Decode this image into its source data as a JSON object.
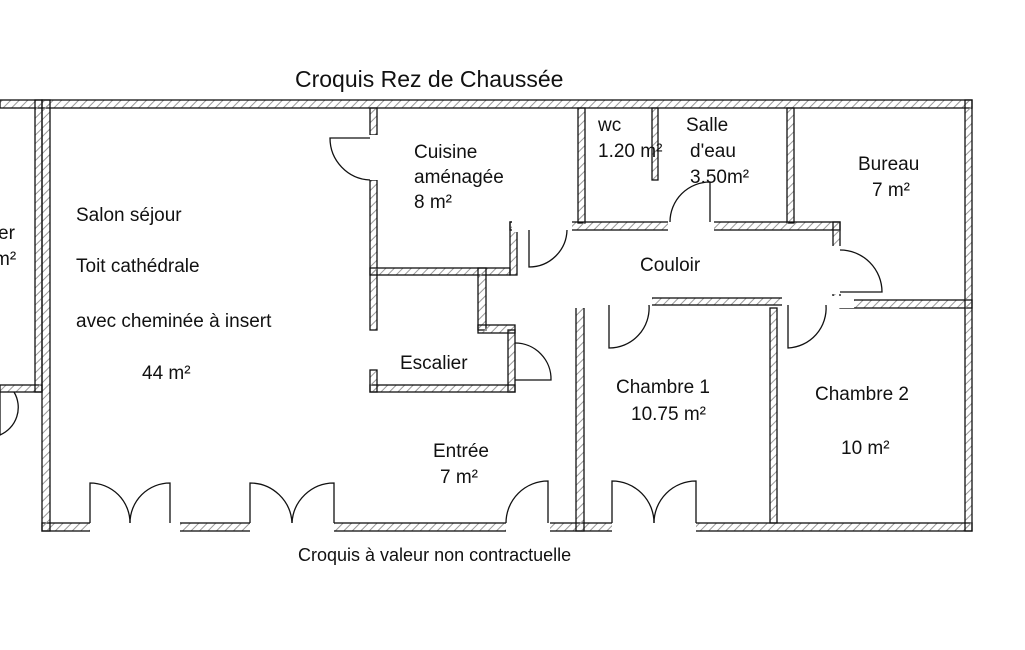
{
  "title": "Croquis Rez de Chaussée",
  "footer": "Croquis à valeur non contractuelle",
  "rooms": {
    "left_partial": {
      "line1": "er",
      "line2": "m²"
    },
    "salon": {
      "name": "Salon séjour",
      "line2": "Toit cathédrale",
      "line3": "avec cheminée à insert",
      "area": "44 m²"
    },
    "cuisine": {
      "name": "Cuisine",
      "name2": "aménagée",
      "area": "8 m²"
    },
    "wc": {
      "name": "wc",
      "area": "1.20 m²"
    },
    "salle_eau": {
      "name": "Salle",
      "name2": "d'eau",
      "area": "3.50m²"
    },
    "bureau": {
      "name": "Bureau",
      "area": "7 m²"
    },
    "couloir": {
      "name": "Couloir"
    },
    "escalier": {
      "name": "Escalier"
    },
    "entree": {
      "name": "Entrée",
      "area": "7 m²"
    },
    "chambre1": {
      "name": "Chambre 1",
      "area": "10.75 m²"
    },
    "chambre2": {
      "name": "Chambre 2",
      "area": "10 m²"
    }
  }
}
